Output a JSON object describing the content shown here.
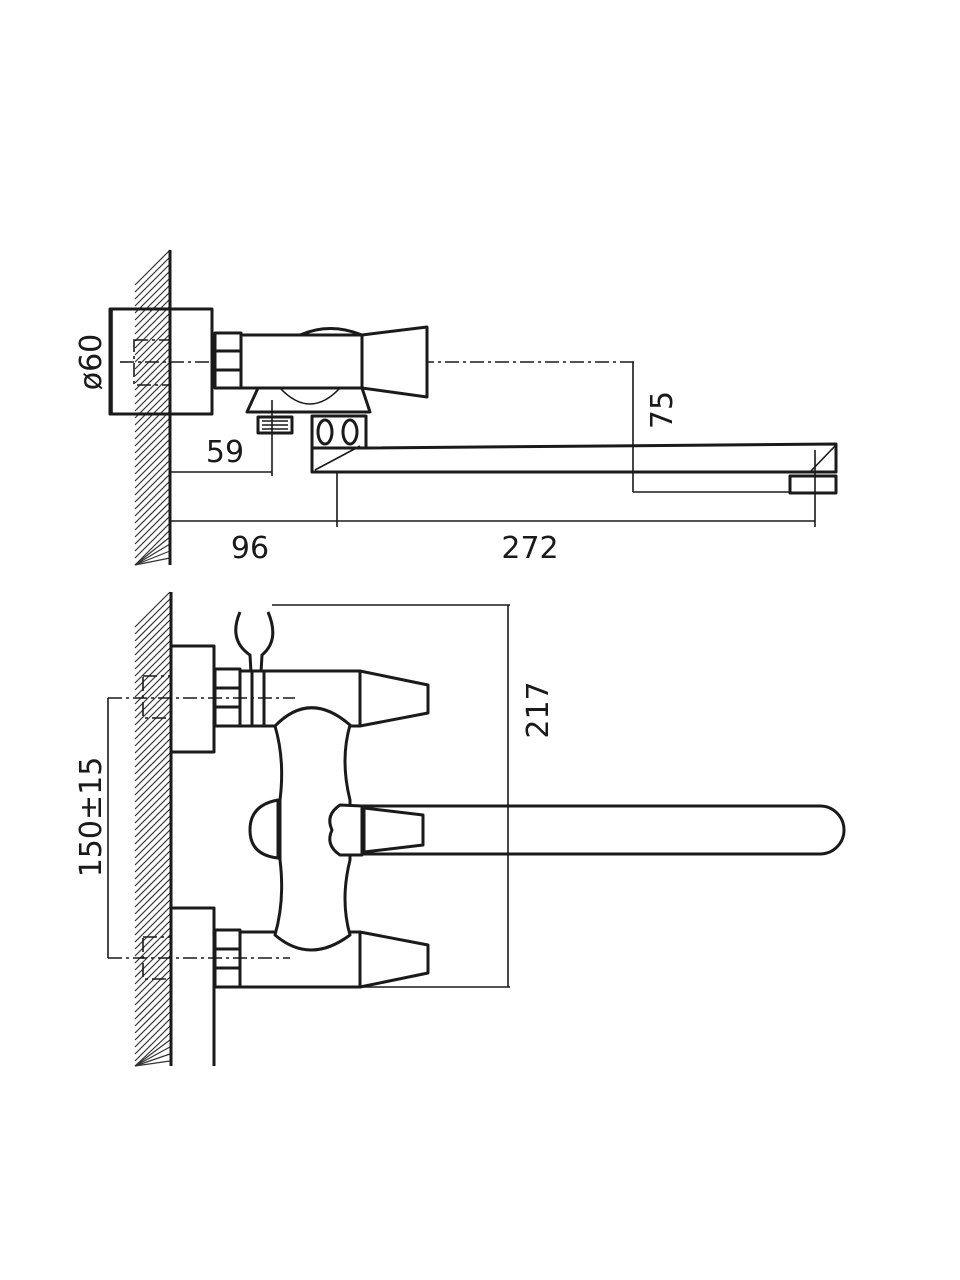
{
  "title": "Wall-mounted bath mixer dimension drawing",
  "side_view": {
    "dimensions": {
      "flange_diameter": "ø60",
      "spout_height_offset": "75",
      "diverter_offset": "59",
      "wall_to_spout": "96",
      "spout_length": "272"
    }
  },
  "front_view": {
    "dimensions": {
      "inlet_spacing": "150±15",
      "total_height": "217"
    }
  },
  "colors": {
    "line": "#1a1a1a",
    "background": "#ffffff"
  }
}
